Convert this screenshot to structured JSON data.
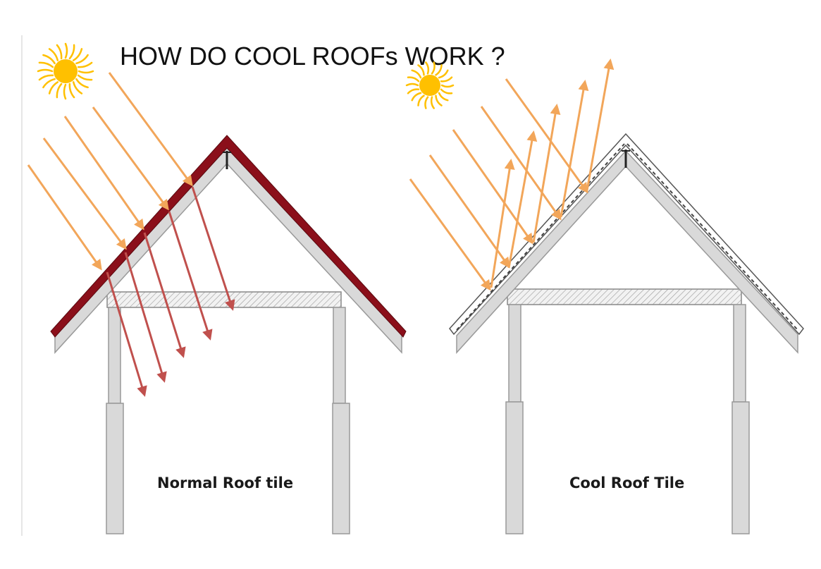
{
  "title": "HOW DO COOL ROOFs WORK ?",
  "houses": {
    "normal": {
      "label": "Normal Roof tile"
    },
    "cool": {
      "label": "Cool Roof Tile"
    }
  },
  "colors": {
    "incoming_ray": "#F2A65A",
    "absorbed_ray": "#C0504D",
    "reflected_ray": "#F2A65A",
    "normal_roof": "#8B0F1A",
    "cool_roof": "#FFFFFF",
    "sun": "#FFC000",
    "wall": "#D9D9D9"
  },
  "icons": [
    "sun-icon"
  ]
}
